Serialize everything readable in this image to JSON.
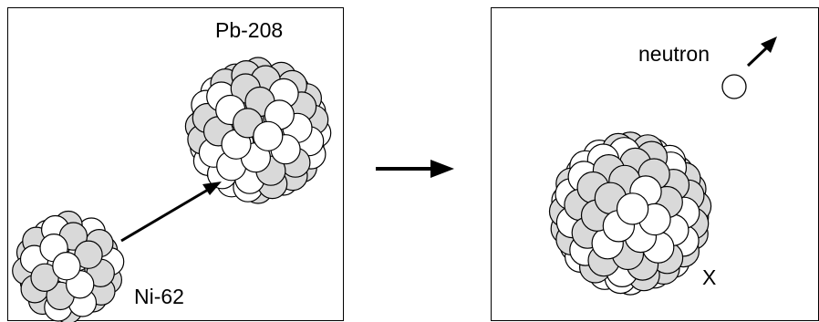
{
  "before": {
    "projectile_label": "Ni-62",
    "target_label": "Pb-208"
  },
  "after": {
    "product_label": "X",
    "neutron_label": "neutron"
  },
  "colors": {
    "proton": "#d9d9d9",
    "neutron": "#ffffff",
    "outline": "#000000"
  }
}
